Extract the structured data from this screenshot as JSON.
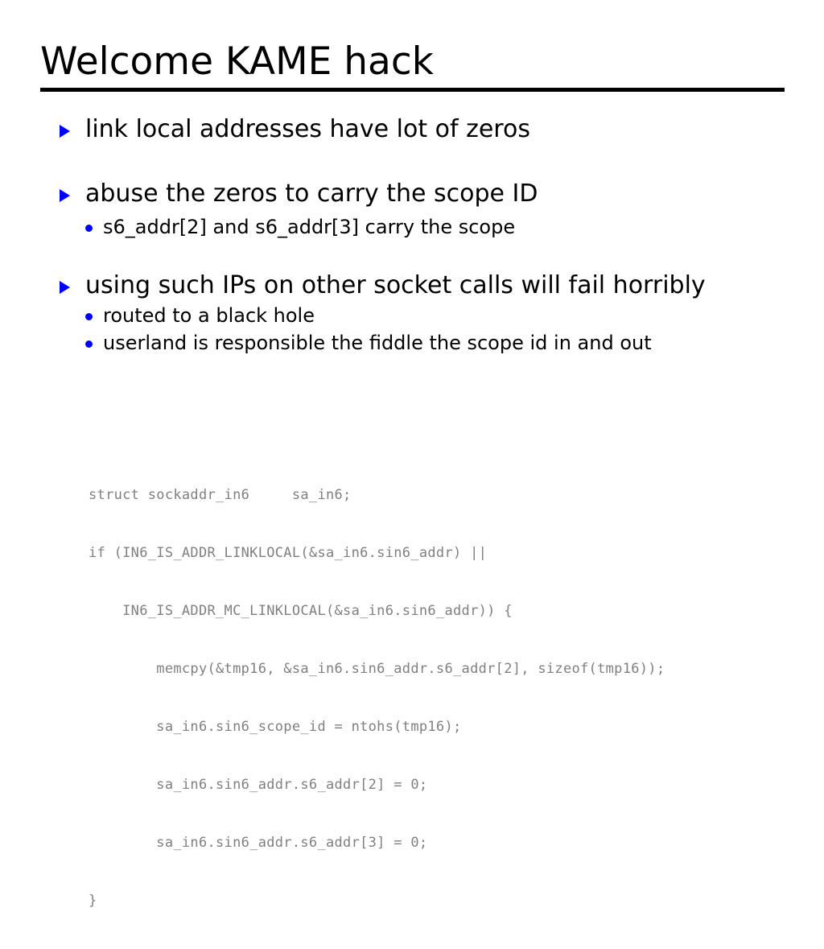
{
  "slide": {
    "title": "Welcome KAME hack",
    "rule_color": "#000000",
    "bullet_marker_color": "#0000ff",
    "code_color": "#808080",
    "background_color": "#ffffff",
    "bullets": [
      {
        "level": 1,
        "marker": "triangle-right-icon",
        "text": "link local addresses have lot of zeros"
      },
      {
        "level": 1,
        "marker": "triangle-right-icon",
        "text": "abuse the zeros to carry the scope ID"
      },
      {
        "level": 2,
        "marker": "dot-icon",
        "text": "s6_addr[2] and s6_addr[3] carry the scope"
      },
      {
        "level": 1,
        "marker": "triangle-right-icon",
        "text": "using such IPs on other socket calls will fail horribly"
      },
      {
        "level": 2,
        "marker": "dot-icon",
        "text": "routed to a black hole"
      },
      {
        "level": 2,
        "marker": "dot-icon",
        "text": "userland is responsible the fiddle the scope id in and out"
      }
    ],
    "code": {
      "lines": [
        "struct sockaddr_in6     sa_in6;",
        "if (IN6_IS_ADDR_LINKLOCAL(&sa_in6.sin6_addr) ||",
        "    IN6_IS_ADDR_MC_LINKLOCAL(&sa_in6.sin6_addr)) {",
        "        memcpy(&tmp16, &sa_in6.sin6_addr.s6_addr[2], sizeof(tmp16));",
        "        sa_in6.sin6_scope_id = ntohs(tmp16);",
        "        sa_in6.sin6_addr.s6_addr[2] = 0;",
        "        sa_in6.sin6_addr.s6_addr[3] = 0;",
        "}"
      ]
    }
  }
}
